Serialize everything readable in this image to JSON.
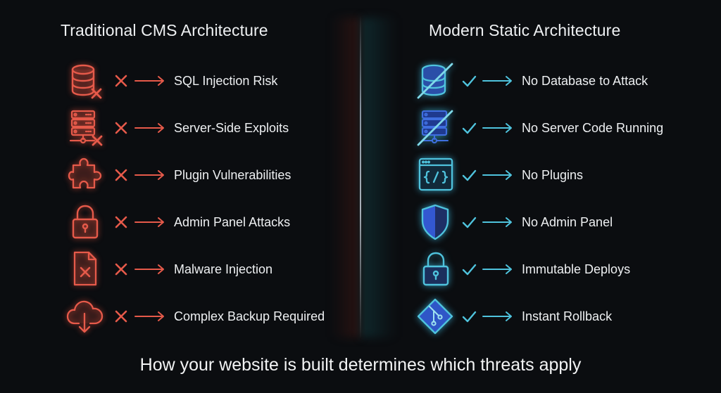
{
  "colors": {
    "background": "#0b0d10",
    "threat_red": "#e65a4a",
    "safe_teal": "#4fc3dd",
    "icon_blue_fill": "#2f56c7",
    "text": "#eef0f2"
  },
  "left": {
    "title": "Traditional CMS Architecture",
    "marker": "x-mark",
    "items": [
      {
        "icon": "database-icon",
        "label": "SQL Injection Risk"
      },
      {
        "icon": "server-icon",
        "label": "Server-Side Exploits"
      },
      {
        "icon": "puzzle-piece-icon",
        "label": "Plugin Vulnerabilities"
      },
      {
        "icon": "padlock-icon",
        "label": "Admin Panel Attacks"
      },
      {
        "icon": "infected-file-icon",
        "label": "Malware Injection"
      },
      {
        "icon": "cloud-download-icon",
        "label": "Complex Backup Required"
      }
    ]
  },
  "right": {
    "title": "Modern Static Architecture",
    "marker": "check-mark",
    "items": [
      {
        "icon": "database-crossed-icon",
        "label": "No Database to Attack"
      },
      {
        "icon": "server-crossed-icon",
        "label": "No Server Code Running"
      },
      {
        "icon": "code-window-icon",
        "label": "No Plugins"
      },
      {
        "icon": "shield-icon",
        "label": "No Admin Panel"
      },
      {
        "icon": "padlock-icon",
        "label": "Immutable Deploys"
      },
      {
        "icon": "git-branch-icon",
        "label": "Instant Rollback"
      }
    ]
  },
  "footer": {
    "caption": "How your website is built determines which threats apply"
  }
}
